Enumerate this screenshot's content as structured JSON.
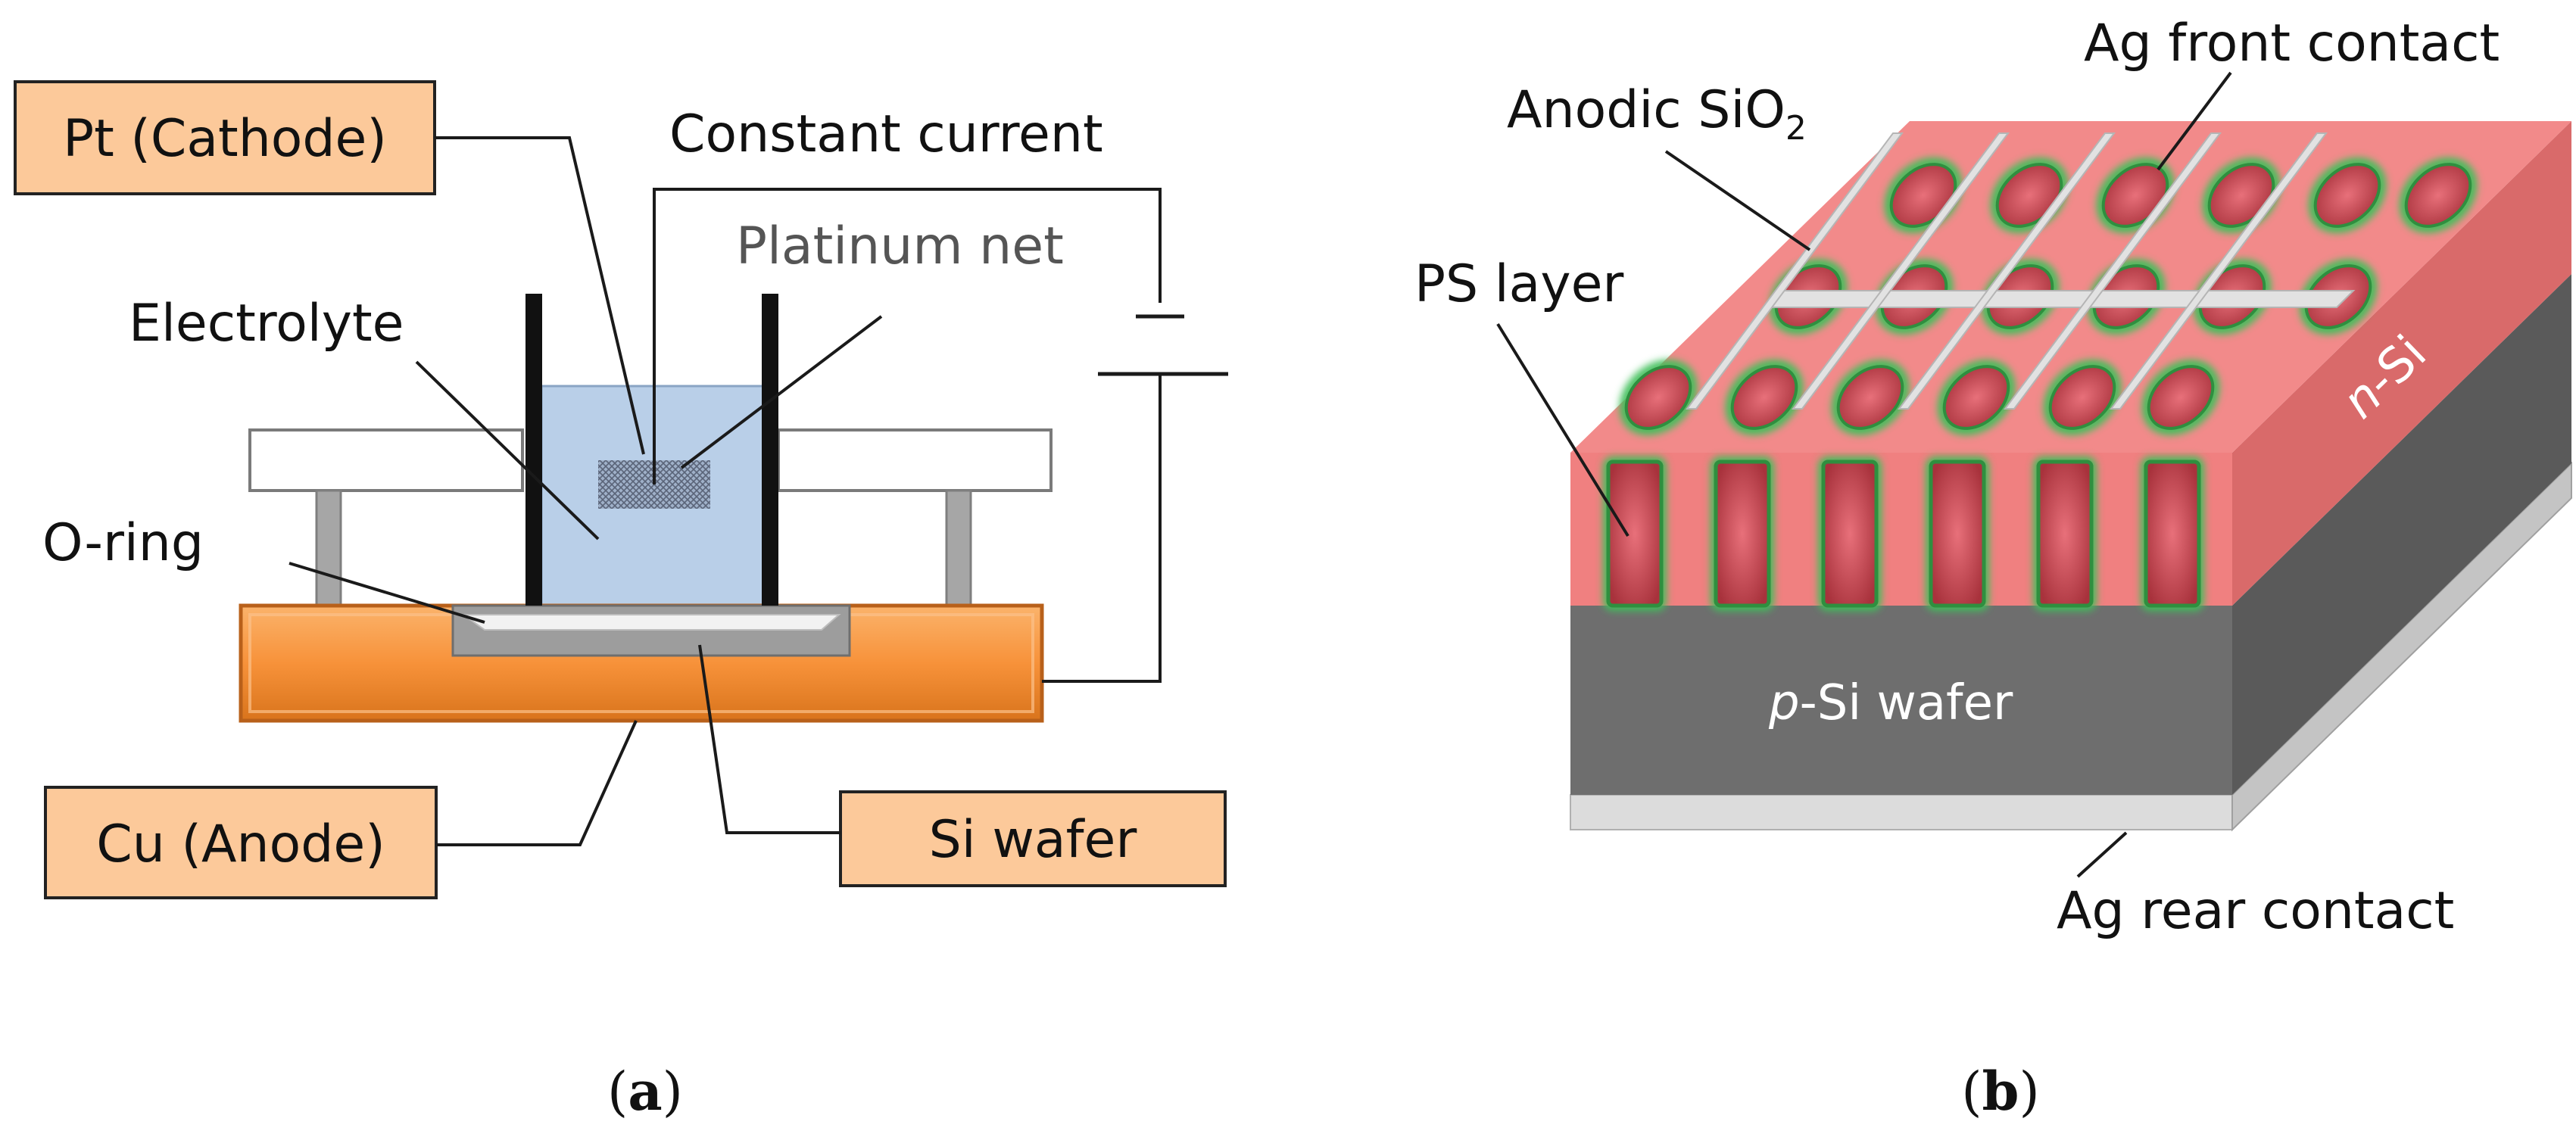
{
  "panel_a": {
    "caption": "(a)",
    "caption_letter": "a",
    "labels": {
      "cathode": "Pt (Cathode)",
      "constant_current": "Constant current",
      "platinum_net": "Platinum net",
      "electrolyte": "Electrolyte",
      "o_ring": "O-ring",
      "anode": "Cu (Anode)",
      "si_wafer": "Si wafer"
    },
    "colors": {
      "label_box_fill": "#fcc99a",
      "copper": "#f7923a",
      "electrolyte": "#b9cfe8",
      "support": "#a6a6a6"
    }
  },
  "panel_b": {
    "caption": "(b)",
    "caption_letter": "b",
    "labels": {
      "ag_front_contact": "Ag front contact",
      "anodic_sio2": "Anodic SiO",
      "anodic_sio2_sub": "2",
      "ps_layer": "PS layer",
      "n_si_italic": "n",
      "n_si_rest": "-Si",
      "p_si_italic": "p",
      "p_si_rest": "-Si wafer",
      "ag_rear_contact": "Ag rear contact"
    },
    "colors": {
      "n_si": "#f08080",
      "n_si_side": "#d96a6a",
      "p_si": "#6e6e6e",
      "p_si_side": "#5a5a5a",
      "pores": "#d9545e",
      "sio2_rim": "#3fbf5a",
      "ag_grid": "#d9d9d9",
      "ag_rear": "#dcdcdc"
    }
  }
}
